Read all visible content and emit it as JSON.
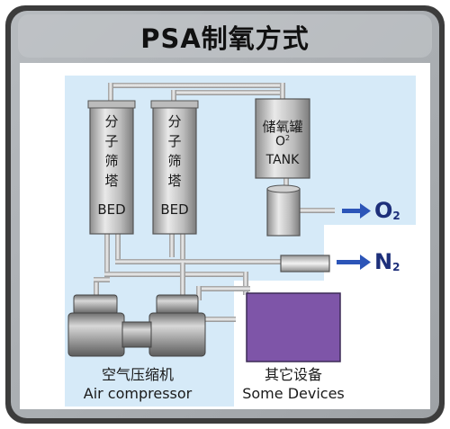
{
  "title": "PSA制氧方式",
  "beds": [
    {
      "line1": "分",
      "line2": "子",
      "line3": "筛",
      "line4": "塔",
      "label": "BED"
    },
    {
      "line1": "分",
      "line2": "子",
      "line3": "筛",
      "line4": "塔",
      "label": "BED"
    }
  ],
  "tank": {
    "cn": "储氧罐",
    "o2_main": "O",
    "o2_sup": "2",
    "en": "TANK"
  },
  "outputs": {
    "o2": {
      "main": "O",
      "sub": "2"
    },
    "n2": {
      "main": "N",
      "sub": "2"
    }
  },
  "compressor": {
    "cn": "空气压缩机",
    "en": "Air compressor"
  },
  "devices": {
    "cn": "其它设备",
    "en": "Some Devices"
  },
  "colors": {
    "frame": "#3c3c3c",
    "panel": "#a9adb1",
    "light_area": "#d6eaf8",
    "device_box": "#7e55a8",
    "arrow": "#2c55b8",
    "output_text": "#1d2f7a"
  }
}
